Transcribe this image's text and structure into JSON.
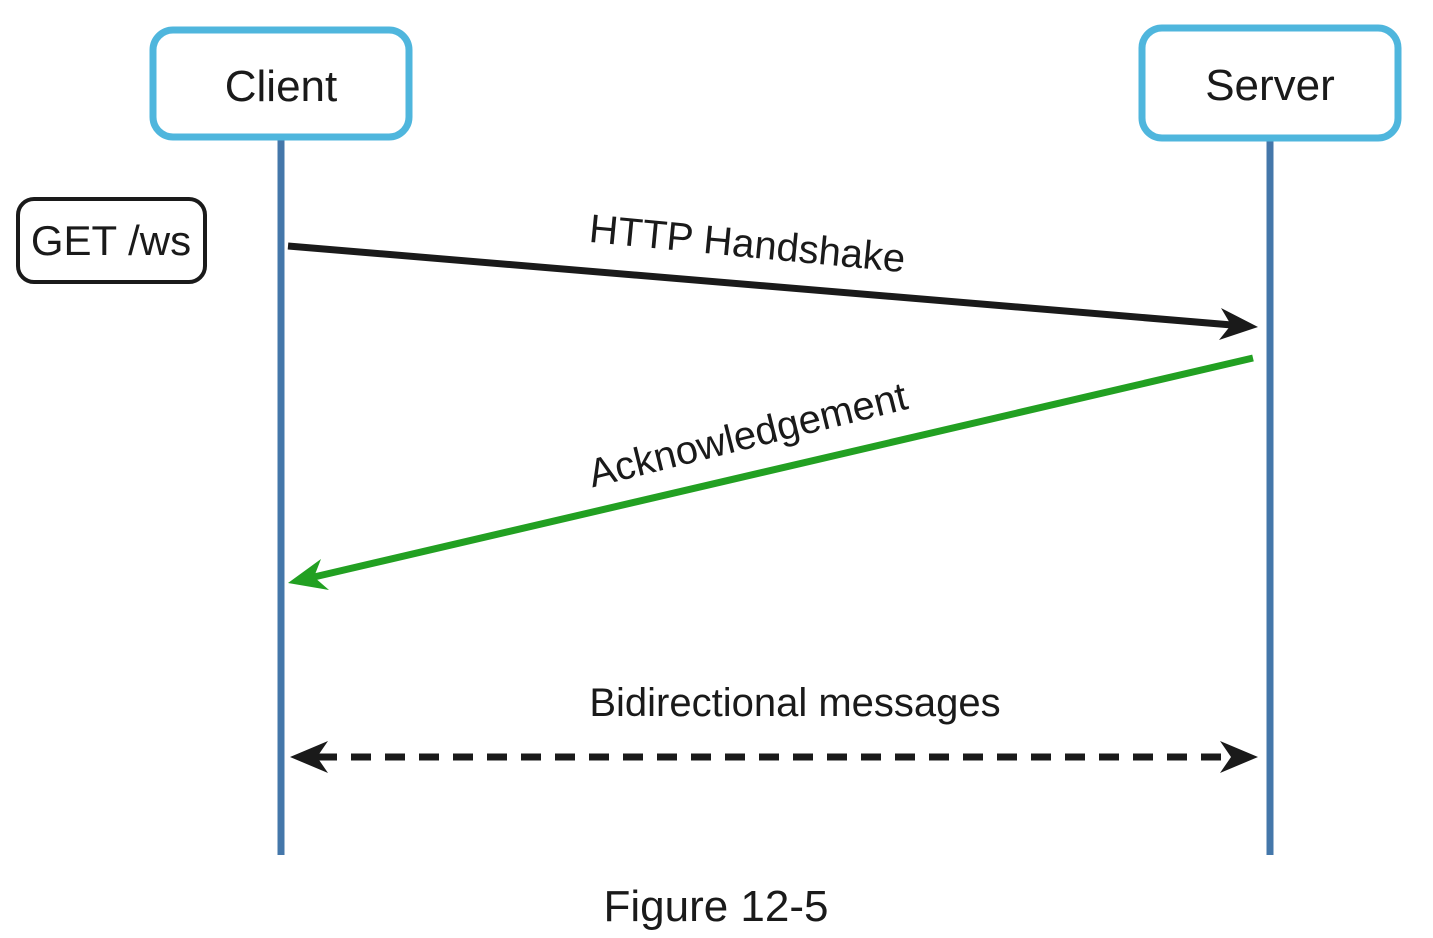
{
  "actors": {
    "client": "Client",
    "server": "Server"
  },
  "request_box": {
    "label": "GET /ws"
  },
  "messages": {
    "handshake": {
      "label": "HTTP Handshake",
      "direction": "client-to-server",
      "style": "solid"
    },
    "acknowledgement": {
      "label": "Acknowledgement",
      "direction": "server-to-client",
      "style": "solid"
    },
    "bidirectional": {
      "label": "Bidirectional messages",
      "direction": "both",
      "style": "dashed"
    }
  },
  "caption": "Figure 12-5",
  "colors": {
    "actor_border": "#4fb6dd",
    "lifeline": "#4477aa",
    "handshake_arrow": "#1a1a1a",
    "ack_arrow": "#22a022",
    "ink": "#1a1a1a"
  }
}
